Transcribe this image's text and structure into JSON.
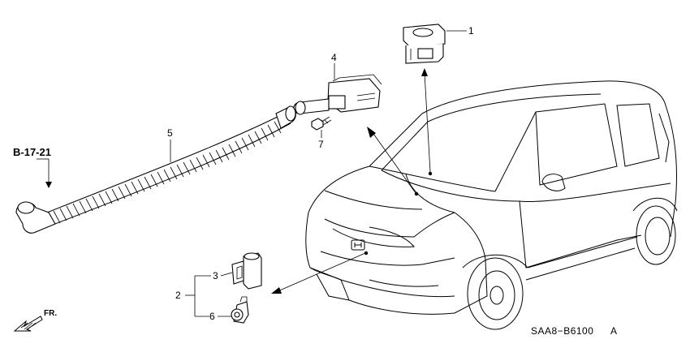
{
  "diagram": {
    "reference_label": "B-17-21",
    "front_label": "FR.",
    "diagram_code": "SAA8−B6100",
    "diagram_code_suffix": "A",
    "callouts": {
      "c1": "1",
      "c2": "2",
      "c3": "3",
      "c4": "4",
      "c5": "5",
      "c6": "6",
      "c7": "7"
    }
  }
}
